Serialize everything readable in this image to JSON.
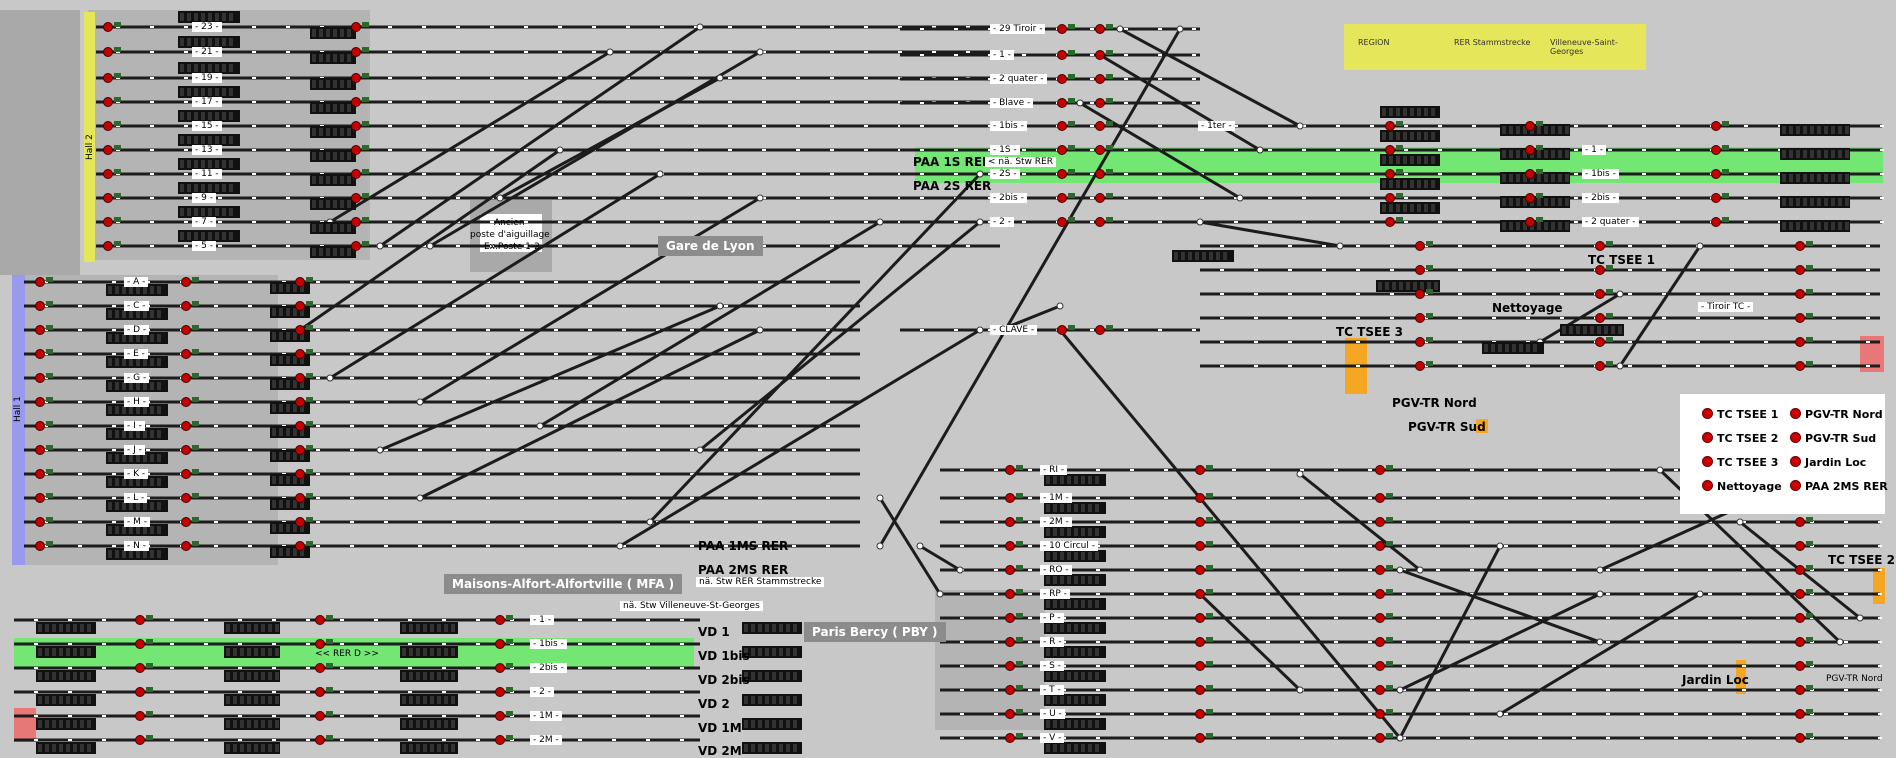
{
  "station_labels": {
    "gare_de_lyon": "Gare de Lyon",
    "maisons_alfort": "Maisons-Alfort-Alfortville     ( MFA )",
    "paris_bercy": "Paris Bercy ( PBY )",
    "ancien_line1": "Ancien",
    "ancien_line2": "poste d'aiguillage",
    "ancien_line3": "Ex.Poste 1-2",
    "hall1": "Hall 1",
    "hall2": "Hall 2"
  },
  "area_labels": {
    "paa_1s": "PAA 1S RER",
    "paa_2s": "PAA 2S RER",
    "paa_1ms": "PAA 1MS RER",
    "paa_2ms": "PAA 2MS RER",
    "na_stw_rer": "< nä. Stw RER",
    "na_stw_stammstrecke": "nä. Stw RER Stammstrecke",
    "na_stw_villeneuve": "nä. Stw Villeneuve-St-Georges",
    "rer_d": "<< RER D >>",
    "tc_tsee_1": "TC TSEE 1",
    "tc_tsee_2": "TC TSEE 2",
    "tc_tsee_3": "TC TSEE 3",
    "nettoyage": "Nettoyage",
    "pgv_tr_nord": "PGV-TR Nord",
    "pgv_tr_sud": "PGV-TR Sud",
    "pgv_tr_nord_small": "PGV-TR Nord",
    "jardin_loc": "Jardin Loc",
    "tiroir_tc": "- Tiroir TC -",
    "vd1": "VD 1",
    "vd1bis": "VD 1bis",
    "vd2bis": "VD 2bis",
    "vd2": "VD 2",
    "vd1m": "VD 1M",
    "vd2m": "VD 2M"
  },
  "top_right_panel": {
    "region": "REGION",
    "rer": "RER Stammstrecke",
    "villeneuve": "Villeneuve-Saint-Georges"
  },
  "legend": [
    {
      "label": "TC TSEE 1"
    },
    {
      "label": "PGV-TR Nord"
    },
    {
      "label": "TC TSEE 2"
    },
    {
      "label": "PGV-TR Sud"
    },
    {
      "label": "TC TSEE 3"
    },
    {
      "label": "Jardin Loc"
    },
    {
      "label": "Nettoyage"
    },
    {
      "label": "PAA 2MS RER"
    }
  ],
  "hall2_tracks": [
    "- 23 -",
    "- 21 -",
    "- 19 -",
    "- 17 -",
    "- 15 -",
    "- 13 -",
    "- 11 -",
    "- 9 -",
    "- 7 -",
    "- 5 -"
  ],
  "hall1_tracks": [
    "- A -",
    "- C -",
    "- D -",
    "- E -",
    "- G -",
    "- H -",
    "- I -",
    "- J -",
    "- K -",
    "- L -",
    "- M -",
    "- N -"
  ],
  "upper_right_tracks": [
    "- 29 Tiroir -",
    "- 1 -",
    "- 2 quater -",
    "- Blave -",
    "- 1bis -",
    "- 1S -",
    "- 2S -",
    "- 2bis -",
    "- 2 -",
    "- CLAVE -"
  ],
  "right_tracks": [
    "- 1ter -",
    "- 1 -",
    "- 1bis -",
    "- 2bis -",
    "- 2 quater -"
  ],
  "bercy_tracks": [
    "- RI -",
    "- 1M -",
    "- 2M -",
    "- 10 Circul -",
    "- RO -",
    "- RP -",
    "- P -",
    "- R -",
    "- S -",
    "- T -",
    "- U -",
    "- V -"
  ],
  "mfa_tracks": [
    "- 1 -",
    "- 1bis -",
    "- 2bis -",
    "- 2 -",
    "- 1M -",
    "- 2M -"
  ],
  "colors": {
    "background": "#c8c8c8",
    "track": "#1c1c1c",
    "signal": "#c40000",
    "green_zone": "#74e674",
    "hall2_bar": "#e6e65a",
    "hall1_bar": "#9999ee",
    "orange": "#f5a623",
    "pink": "#e87878"
  }
}
